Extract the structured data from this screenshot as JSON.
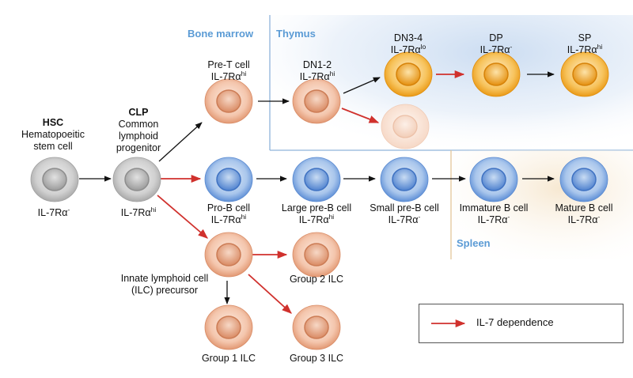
{
  "regions": {
    "bone_marrow": "Bone marrow",
    "thymus": "Thymus",
    "spleen": "Spleen"
  },
  "colors": {
    "gray": "#b3b3b3",
    "blue": "#5e8fd6",
    "salmon": "#eaa382",
    "orange": "#f0a323",
    "red_arrow": "#d0312d",
    "black_arrow": "#111111",
    "thymus_border": "#8fb3da",
    "spleen_border": "#e3c79a",
    "region_label": "#5b9bd5"
  },
  "cells": {
    "hsc": {
      "abbr": "HSC",
      "name1": "Hematopoeitic",
      "name2": "stem cell",
      "marker_base": "IL-7Rα",
      "marker_sup": "-"
    },
    "clp": {
      "abbr": "CLP",
      "name1": "Common",
      "name2": "lymphoid",
      "name3": "progenitor",
      "marker_base": "IL-7Rα",
      "marker_sup": "hi"
    },
    "pre_t": {
      "name": "Pre-T cell",
      "marker_base": "IL-7Rα",
      "marker_sup": "hi"
    },
    "dn12": {
      "name": "DN1-2",
      "marker_base": "IL-7Rα",
      "marker_sup": "hi"
    },
    "dn34": {
      "name": "DN3-4",
      "marker_base": "IL-7Rα",
      "marker_sup": "lo"
    },
    "dp": {
      "name": "DP",
      "marker_base": "IL-7Rα",
      "marker_sup": "-"
    },
    "sp": {
      "name": "SP",
      "marker_base": "IL-7Rα",
      "marker_sup": "hi"
    },
    "pro_b": {
      "name": "Pro-B cell",
      "marker_base": "IL-7Rα",
      "marker_sup": "hi"
    },
    "large_pre_b": {
      "name": "Large pre-B cell",
      "marker_base": "IL-7Rα",
      "marker_sup": "hi"
    },
    "small_pre_b": {
      "name": "Small pre-B cell",
      "marker_base": "IL-7Rα",
      "marker_sup": "-"
    },
    "immature_b": {
      "name": "Immature B cell",
      "marker_base": "IL-7Rα",
      "marker_sup": "-"
    },
    "mature_b": {
      "name": "Mature B cell",
      "marker_base": "IL-7Rα",
      "marker_sup": "-"
    },
    "ilc_precursor": {
      "name1": "Innate lymphoid cell",
      "name2": "(ILC) precursor"
    },
    "group1": {
      "name": "Group 1 ILC"
    },
    "group2": {
      "name": "Group 2 ILC"
    },
    "group3": {
      "name": "Group 3 ILC"
    }
  },
  "legend": {
    "label": "IL-7 dependence"
  }
}
